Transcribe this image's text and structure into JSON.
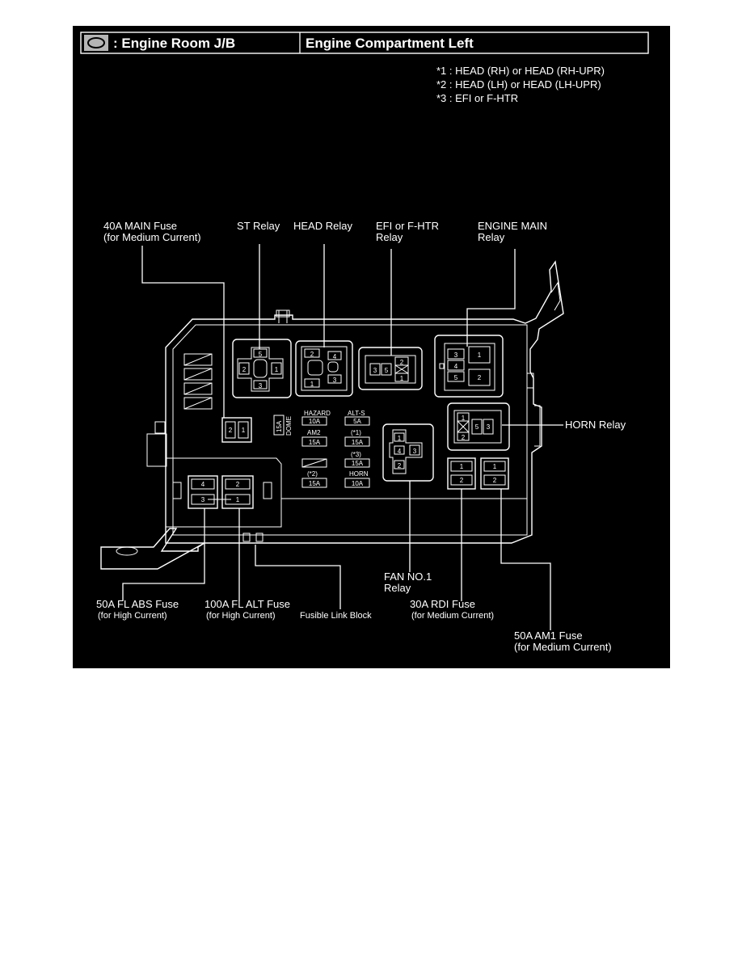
{
  "header": {
    "left_title": ": Engine Room J/B",
    "right_title": "Engine Compartment Left"
  },
  "notes": [
    "*1 : HEAD (RH)  or  HEAD (RH-UPR)",
    "*2 : HEAD (LH)  or  HEAD (LH-UPR)",
    "*3 : EFI or F-HTR"
  ],
  "callouts": {
    "main_fuse": [
      "40A MAIN Fuse",
      "(for Medium Current)"
    ],
    "st_relay": "ST Relay",
    "head_relay": "HEAD Relay",
    "efi_relay": [
      "EFI or F-HTR",
      "Relay"
    ],
    "engine_main_relay": [
      "ENGINE MAIN",
      "Relay"
    ],
    "horn_relay": "HORN Relay",
    "fan_relay": [
      "FAN NO.1",
      "Relay"
    ],
    "abs_fuse": [
      "50A FL ABS Fuse",
      "(for High Current)"
    ],
    "alt_fuse": [
      "100A FL ALT Fuse",
      "(for High Current)"
    ],
    "fusible_link": "Fusible Link Block",
    "rdi_fuse": [
      "30A RDI Fuse",
      "(for Medium Current)"
    ],
    "am1_fuse": [
      "50A AM1 Fuse",
      "(for Medium Current)"
    ]
  },
  "fuse_labels": {
    "hazard": "HAZARD",
    "hazard_amp": "10A",
    "alts": "ALT-S",
    "alts_amp": "5A",
    "am2": "AM2",
    "am2_amp": "15A",
    "n1": "(*1)",
    "n1_amp": "15A",
    "n3": "(*3)",
    "n3_amp": "15A",
    "n2": "(*2)",
    "n2_amp": "15A",
    "horn": "HORN",
    "horn_amp": "10A",
    "dome_amp": "15A",
    "dome": "DOME"
  },
  "pins": {
    "st": [
      "5",
      "2",
      "1",
      "3"
    ],
    "head": [
      "2",
      "4",
      "1",
      "3"
    ],
    "efi": [
      "2",
      "3",
      "5",
      "1"
    ],
    "engine_main": [
      "3",
      "1",
      "4",
      "5",
      "2"
    ],
    "horn": [
      "1",
      "5",
      "3",
      "2"
    ],
    "fan": [
      "1",
      "4",
      "3",
      "2"
    ],
    "main_fuse": [
      "2",
      "1"
    ],
    "rdi": [
      "1",
      "2"
    ],
    "am1": [
      "1",
      "2"
    ],
    "abs": [
      "4",
      "3"
    ],
    "alt": [
      "2",
      "1"
    ]
  }
}
